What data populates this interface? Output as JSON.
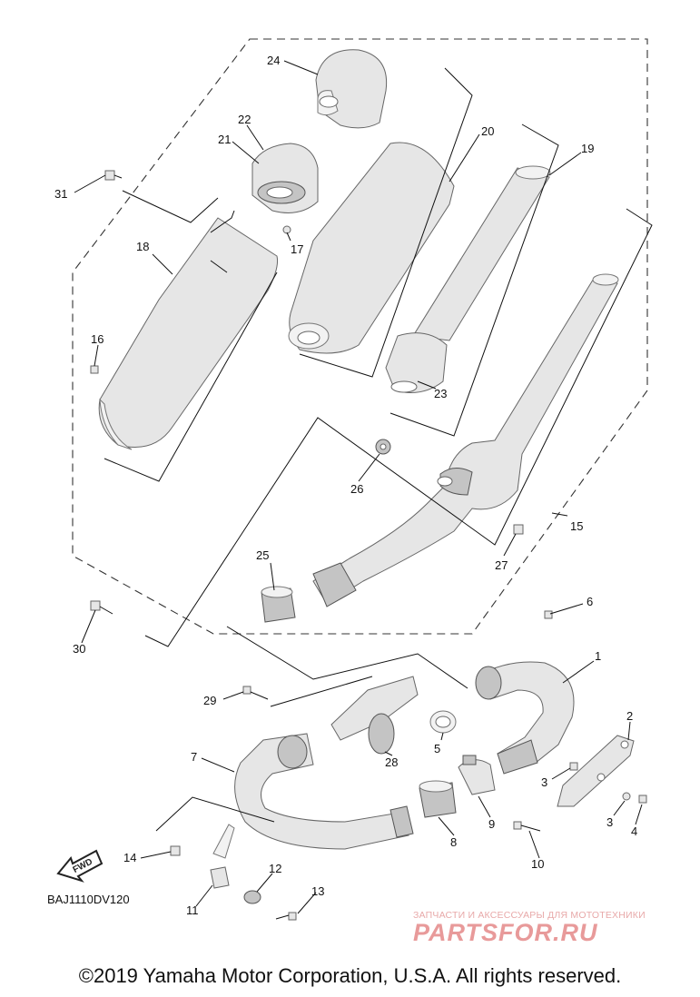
{
  "diagram": {
    "code": "BAJ1110DV120",
    "fwd_label": "FWD",
    "callouts": {
      "c1": "1",
      "c2": "2",
      "c3a": "3",
      "c3b": "3",
      "c4": "4",
      "c5": "5",
      "c6": "6",
      "c7": "7",
      "c8": "8",
      "c9": "9",
      "c10": "10",
      "c11": "11",
      "c12": "12",
      "c13": "13",
      "c14": "14",
      "c15": "15",
      "c16": "16",
      "c17": "17",
      "c18": "18",
      "c19": "19",
      "c20": "20",
      "c21": "21",
      "c22": "22",
      "c23": "23",
      "c24": "24",
      "c25": "25",
      "c26": "26",
      "c27": "27",
      "c28": "28",
      "c29": "29",
      "c30": "30",
      "c31": "31"
    }
  },
  "watermark": {
    "tagline": "ЗАПЧАСТИ И АКСЕССУАРЫ ДЛЯ МОТОТЕХНИКИ",
    "logo": "PARTSFOR.RU"
  },
  "footer": {
    "copyright": "©2019 Yamaha Motor Corporation, U.S.A. All rights reserved."
  }
}
